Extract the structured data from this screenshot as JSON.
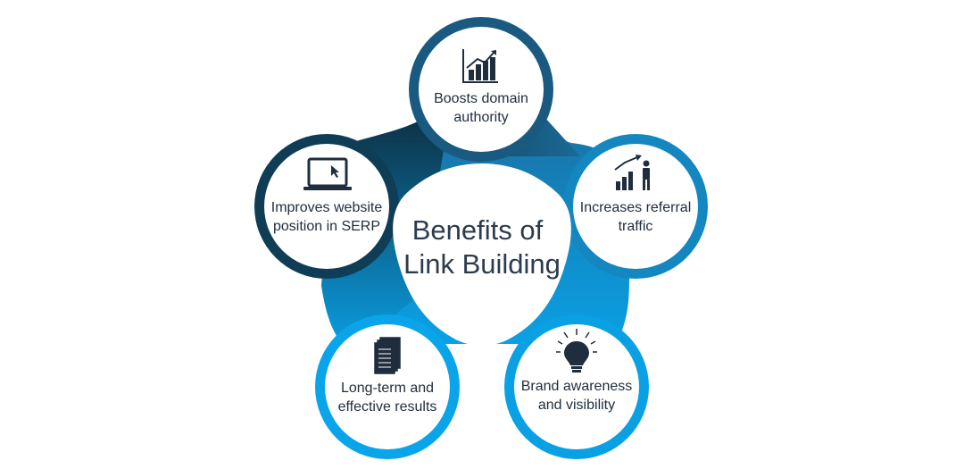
{
  "diagram": {
    "title_lines": [
      "Benefits of",
      "Link Building"
    ],
    "nodes": [
      {
        "id": "domain",
        "icon": "rising-bar-chart-icon",
        "lines": [
          "Boosts domain",
          "authority"
        ],
        "color": "#1b5a80"
      },
      {
        "id": "traffic",
        "icon": "growth-chart-person-icon",
        "lines": [
          "Increases referral",
          "traffic"
        ],
        "color": "#1486c0"
      },
      {
        "id": "brand",
        "icon": "lightbulb-icon",
        "lines": [
          "Brand awareness",
          "and visibility"
        ],
        "color": "#0aa0e4"
      },
      {
        "id": "results",
        "icon": "document-stack-icon",
        "lines": [
          "Long-term and",
          "effective results"
        ],
        "color": "#0aa4ea"
      },
      {
        "id": "serp",
        "icon": "laptop-cursor-icon",
        "lines": [
          "Improves website",
          "position in SERP"
        ],
        "color": "#0f3d55"
      }
    ]
  }
}
